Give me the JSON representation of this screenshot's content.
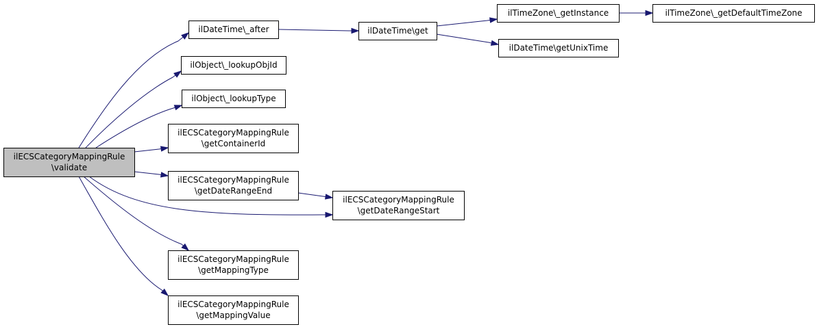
{
  "colors": {
    "edge": "#191970",
    "node_border": "#000000",
    "root_fill": "#bfbfbf",
    "node_fill": "#ffffff",
    "text": "#000000"
  },
  "nodes": [
    {
      "id": "root",
      "lines": [
        "ilECSCategoryMappingRule",
        "\\validate"
      ],
      "root": true
    },
    {
      "id": "after",
      "lines": [
        "ilDateTime\\_after"
      ]
    },
    {
      "id": "lookupObjId",
      "lines": [
        "ilObject\\_lookupObjId"
      ]
    },
    {
      "id": "lookupType",
      "lines": [
        "ilObject\\_lookupType"
      ]
    },
    {
      "id": "getContainerId",
      "lines": [
        "ilECSCategoryMappingRule",
        "\\getContainerId"
      ]
    },
    {
      "id": "getDateRangeEnd",
      "lines": [
        "ilECSCategoryMappingRule",
        "\\getDateRangeEnd"
      ]
    },
    {
      "id": "getMappingType",
      "lines": [
        "ilECSCategoryMappingRule",
        "\\getMappingType"
      ]
    },
    {
      "id": "getMappingValue",
      "lines": [
        "ilECSCategoryMappingRule",
        "\\getMappingValue"
      ]
    },
    {
      "id": "get",
      "lines": [
        "ilDateTime\\get"
      ]
    },
    {
      "id": "getDateRangeStart",
      "lines": [
        "ilECSCategoryMappingRule",
        "\\getDateRangeStart"
      ]
    },
    {
      "id": "getInstance",
      "lines": [
        "ilTimeZone\\_getInstance"
      ]
    },
    {
      "id": "getUnixTime",
      "lines": [
        "ilDateTime\\getUnixTime"
      ]
    },
    {
      "id": "getDefaultTimeZone",
      "lines": [
        "ilTimeZone\\_getDefaultTimeZone"
      ]
    }
  ],
  "edges": [
    {
      "from": "root",
      "to": "after"
    },
    {
      "from": "root",
      "to": "lookupObjId"
    },
    {
      "from": "root",
      "to": "lookupType"
    },
    {
      "from": "root",
      "to": "getContainerId"
    },
    {
      "from": "root",
      "to": "getDateRangeEnd"
    },
    {
      "from": "root",
      "to": "getDateRangeStart"
    },
    {
      "from": "root",
      "to": "getMappingType"
    },
    {
      "from": "root",
      "to": "getMappingValue"
    },
    {
      "from": "after",
      "to": "get"
    },
    {
      "from": "get",
      "to": "getInstance"
    },
    {
      "from": "get",
      "to": "getUnixTime"
    },
    {
      "from": "getInstance",
      "to": "getDefaultTimeZone"
    },
    {
      "from": "getDateRangeEnd",
      "to": "getDateRangeStart"
    }
  ]
}
